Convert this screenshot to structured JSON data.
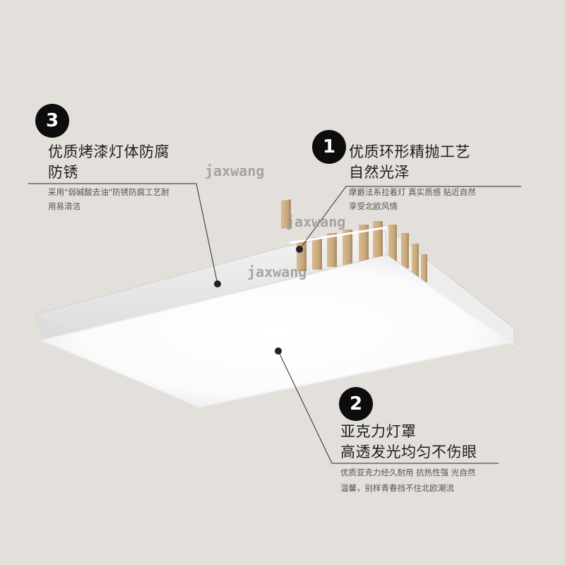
{
  "colors": {
    "background": "#e3e0db",
    "badge": "#0d0d0d",
    "panel": "#f3f3f3",
    "wood": "#c9a97e"
  },
  "watermark": "jaxwang",
  "callouts": [
    {
      "number": "1",
      "title_line1": "优质环形精抛工艺",
      "title_line2": "自然光泽",
      "desc_line1": "摩爵法系拉着灯 真实质感 贴近自然",
      "desc_line2": "享受北欧风情"
    },
    {
      "number": "2",
      "title_line1": "亚克力灯罩",
      "title_line2": "高透发光均匀不伤眼",
      "desc_line1": "优质亚克力经久耐用 抗热性强 光自然",
      "desc_line2": "温馨，别样青春挡不住北欧潮流"
    },
    {
      "number": "3",
      "title_line1": "优质烤漆灯体防腐",
      "title_line2": "防锈",
      "desc_line1": "采用\"弱碱酸去油\"防锈防腐工艺耐",
      "desc_line2": "用易清洁"
    }
  ]
}
